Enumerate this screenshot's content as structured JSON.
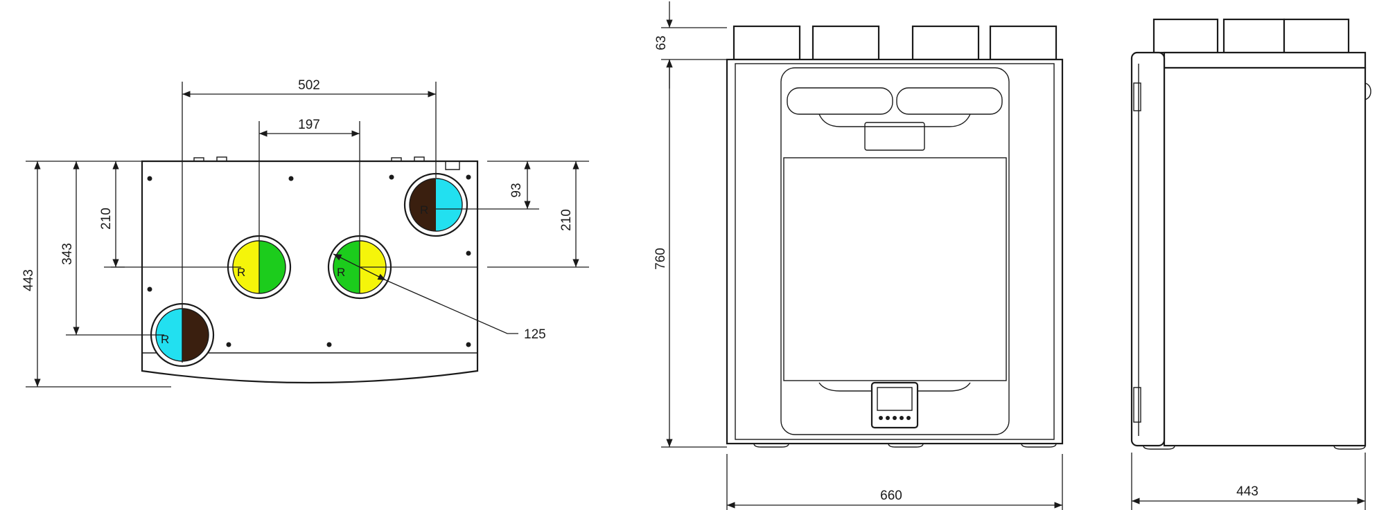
{
  "top_view": {
    "dims": {
      "width_outer": "502",
      "width_inner": "197",
      "height_total": "443",
      "height_low": "343",
      "height_mid_left": "210",
      "height_mid_right": "210",
      "offset_top_right": "93",
      "diameter": "125"
    },
    "ports": [
      {
        "label": "R",
        "left_color": "#3a1f0f",
        "right_color": "#22e0f0"
      },
      {
        "label": "R",
        "left_color": "#f5f50a",
        "right_color": "#1ccc1c"
      },
      {
        "label": "R",
        "left_color": "#1ccc1c",
        "right_color": "#f5f50a"
      },
      {
        "label": "R",
        "left_color": "#22e0f0",
        "right_color": "#3a1f0f"
      }
    ]
  },
  "front_view": {
    "dims": {
      "collar_height": "63",
      "height": "760",
      "width": "660"
    }
  },
  "side_view": {
    "dims": {
      "depth": "443"
    }
  }
}
